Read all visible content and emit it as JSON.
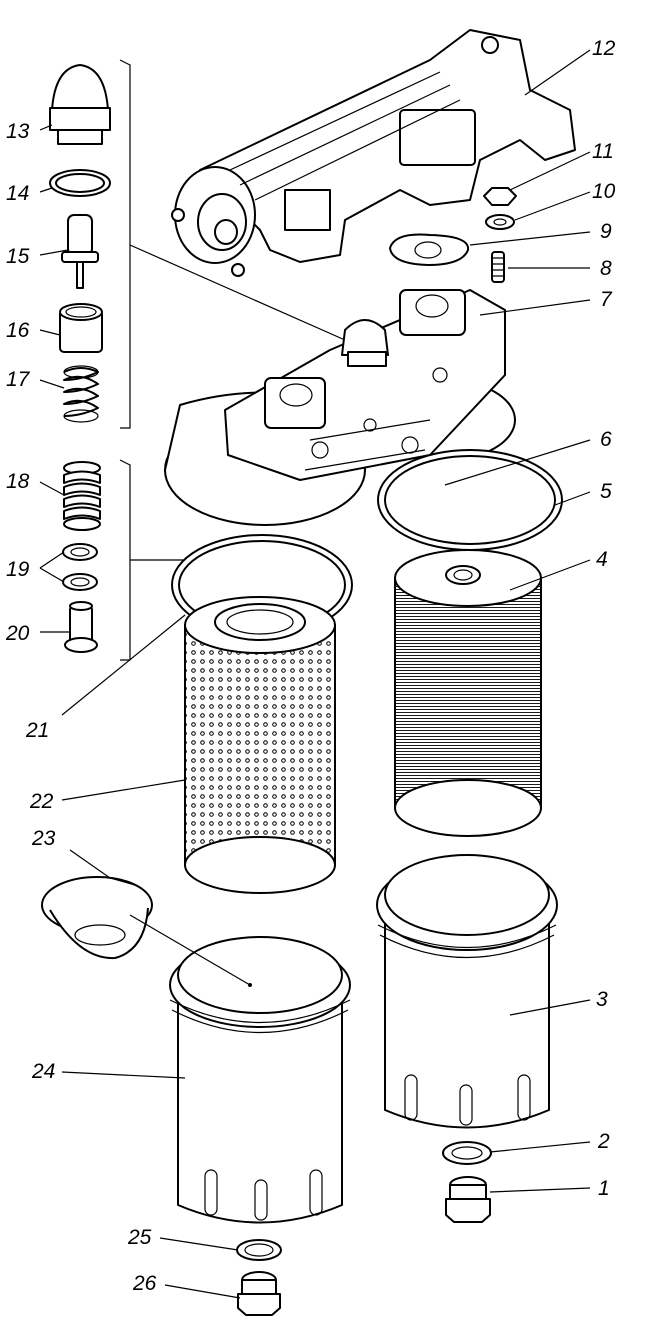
{
  "labels": {
    "l1": "1",
    "l2": "2",
    "l3": "3",
    "l4": "4",
    "l5": "5",
    "l6": "6",
    "l7": "7",
    "l8": "8",
    "l9": "9",
    "l10": "10",
    "l11": "11",
    "l12": "12",
    "l13": "13",
    "l14": "14",
    "l15": "15",
    "l16": "16",
    "l17": "17",
    "l18": "18",
    "l19": "19",
    "l20": "20",
    "l21": "21",
    "l22": "22",
    "l23": "23",
    "l24": "24",
    "l25": "25",
    "l26": "26"
  },
  "colors": {
    "ink": "#000000",
    "paper": "#ffffff"
  }
}
